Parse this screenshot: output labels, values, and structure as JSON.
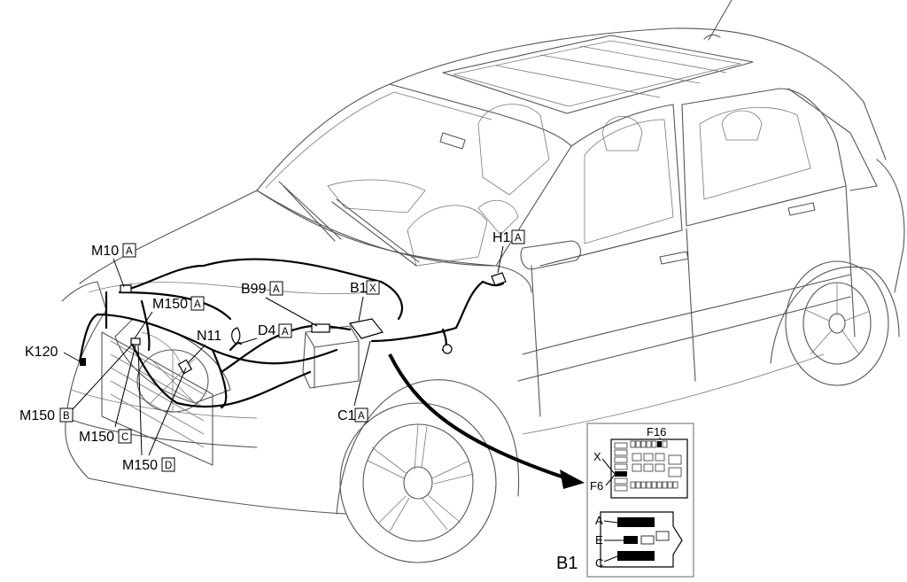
{
  "components": [
    {
      "code": "M10",
      "variant": "A"
    },
    {
      "code": "M150",
      "variant": "A"
    },
    {
      "code": "K120",
      "variant": ""
    },
    {
      "code": "N11",
      "variant": ""
    },
    {
      "code": "B99",
      "variant": "A"
    },
    {
      "code": "D4",
      "variant": "A"
    },
    {
      "code": "B1",
      "variant": "X"
    },
    {
      "code": "H1",
      "variant": "A"
    },
    {
      "code": "C1",
      "variant": "A"
    },
    {
      "code": "M150",
      "variant": "B"
    },
    {
      "code": "M150",
      "variant": "C"
    },
    {
      "code": "M150",
      "variant": "D"
    }
  ],
  "inset": {
    "title": "B1",
    "fuse_box": {
      "fuse_top": "F16",
      "fuse_side": "F6",
      "connector": "X"
    },
    "connectors": [
      "A",
      "E",
      "C"
    ]
  }
}
